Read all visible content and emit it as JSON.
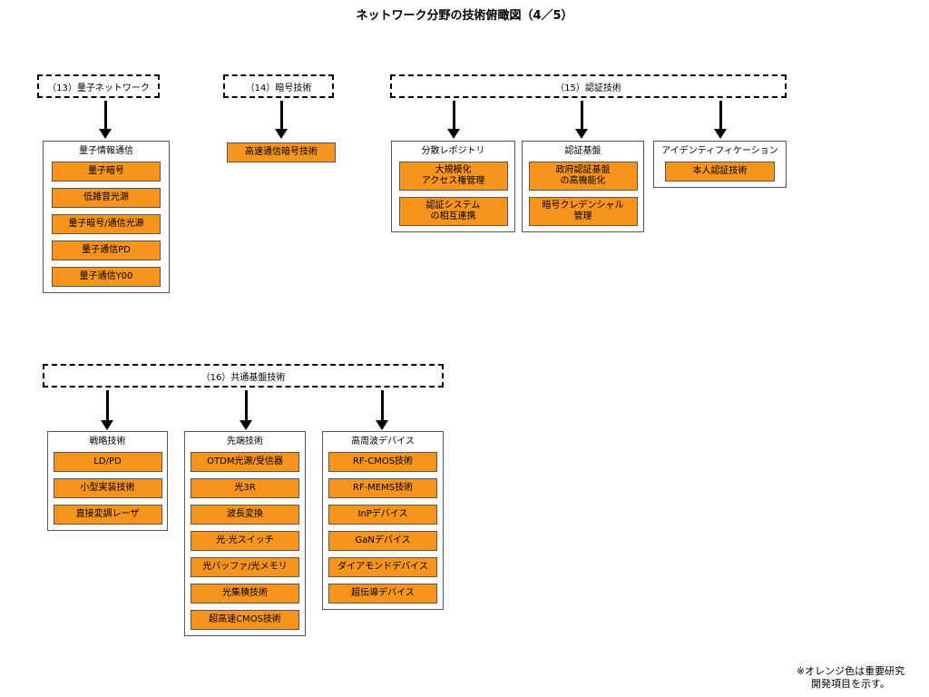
{
  "title": "ネットワーク分野の技術俯瞰図（4／5）",
  "categories": {
    "c13": "（13）量子ネットワーク",
    "c14": "（14）暗号技術",
    "c15": "（15）認証技術",
    "c16": "（16）共通基盤技術"
  },
  "groups": {
    "quantum": {
      "title": "量子情報通信",
      "items": [
        "量子暗号",
        "低雑音光源",
        "量子暗号/通信光源",
        "量子通信PD",
        "量子通信Y00"
      ]
    },
    "crypto_item": "高速通信暗号技術",
    "dist": {
      "title": "分散レポジトリ",
      "items": [
        "大規模化\nアクセス権管理",
        "認証システム\nの相互連携"
      ]
    },
    "auth": {
      "title": "認証基盤",
      "items": [
        "政府認証基盤\nの高機能化",
        "暗号クレデンシャル\n管理"
      ]
    },
    "identity": {
      "title": "アイデンティフィケーション",
      "items": [
        "本人認証技術"
      ]
    },
    "strategy": {
      "title": "戦略技術",
      "items": [
        "LD/PD",
        "小型実装技術",
        "直接変調レーザ"
      ]
    },
    "advanced": {
      "title": "先端技術",
      "items": [
        "OTDM光源/受信器",
        "光3R",
        "波長変換",
        "光-光スイッチ",
        "光バッファ/光メモリ",
        "光集積技術",
        "超高速CMOS技術"
      ]
    },
    "hf": {
      "title": "高周波デバイス",
      "items": [
        "RF-CMOS技術",
        "RF-MEMS技術",
        "InPデバイス",
        "GaNデバイス",
        "ダイアモンドデバイス",
        "超伝導デバイス"
      ]
    }
  },
  "note": "※オレンジ色は重要研究\n開発項目を示す。",
  "colors": {
    "important": "#f7941d"
  }
}
